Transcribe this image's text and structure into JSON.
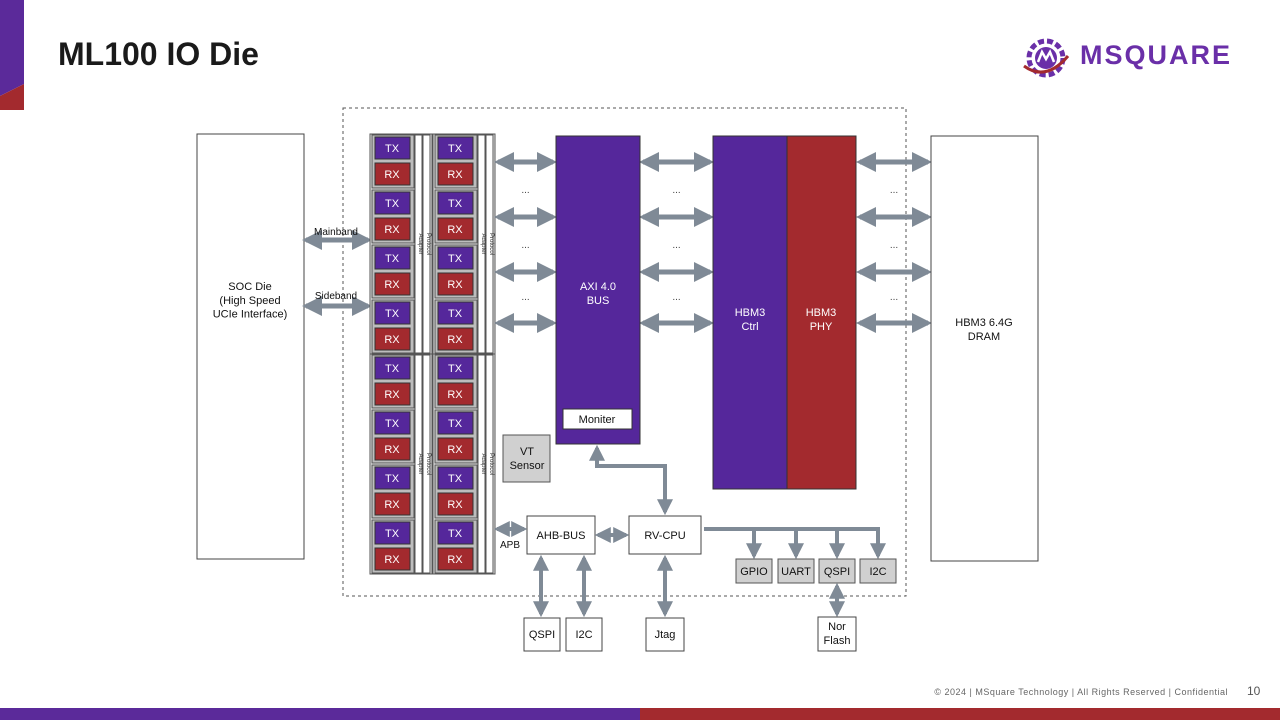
{
  "title": "ML100 IO Die",
  "logo": {
    "text": "MSQUARE",
    "icon": "gear-icon"
  },
  "footer": {
    "copyright": "© 2024 | MSquare Technology | All Rights Reserved | Confidential",
    "page": "10"
  },
  "colors": {
    "purple": "#55279b",
    "red": "#a32a2e",
    "gray_box": "#d0d0d0",
    "arrow": "#7f8a96"
  },
  "diagram": {
    "soc_die": "SOC Die\n(High Speed\nUCIe Interface)",
    "mainband": "Mainband",
    "sideband": "Sideband",
    "tx": "TX",
    "rx": "RX",
    "adapter": "Adapter",
    "protocol": "Protocol",
    "ellipsis": "...",
    "axi_bus": "AXI 4.0\nBUS",
    "moniter": "Moniter",
    "hbm3_ctrl": "HBM3\nCtrl",
    "hbm3_phy": "HBM3\nPHY",
    "hbm3_dram": "HBM3 6.4G\nDRAM",
    "vt_sensor": "VT\nSensor",
    "apb": "APB",
    "ahb_bus": "AHB-BUS",
    "rv_cpu": "RV-CPU",
    "gpio": "GPIO",
    "uart": "UART",
    "qspi": "QSPI",
    "i2c": "I2C",
    "qspi_ext": "QSPI",
    "i2c_ext": "I2C",
    "jtag": "Jtag",
    "nor_flash": "Nor\nFlash"
  }
}
